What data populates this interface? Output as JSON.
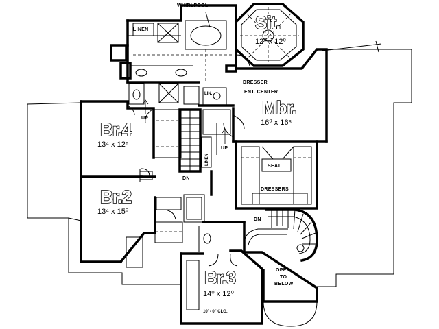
{
  "rooms": {
    "sitting": {
      "name": "Sit.",
      "dim": "12⁰ x 12⁰"
    },
    "master": {
      "name": "Mbr.",
      "dim": "16⁰ x 16⁸"
    },
    "bedroom4": {
      "name": "Br.4",
      "dim": "13⁴ x 12⁶"
    },
    "bedroom2": {
      "name": "Br.2",
      "dim": "13⁴ x 15⁰"
    },
    "bedroom3": {
      "name": "Br.3",
      "dim": "14⁰ x 12⁰",
      "note": "10' - 0\" CLG."
    }
  },
  "labels": {
    "whirlpool": "WHIRLPOOL",
    "linen_top": "LINEN",
    "linen_closet": "LIN.",
    "linen_stair": "LINEN",
    "dresser": "DRESSER",
    "ent_center": "ENT. CENTER",
    "seat": "SEAT",
    "dressers": "DRESSERS",
    "up_left": "UP",
    "up_right": "UP",
    "dn_hall": "DN",
    "dn_stair": "DN",
    "open_line1": "OPEN",
    "open_line2": "TO",
    "open_line3": "BELOW"
  }
}
